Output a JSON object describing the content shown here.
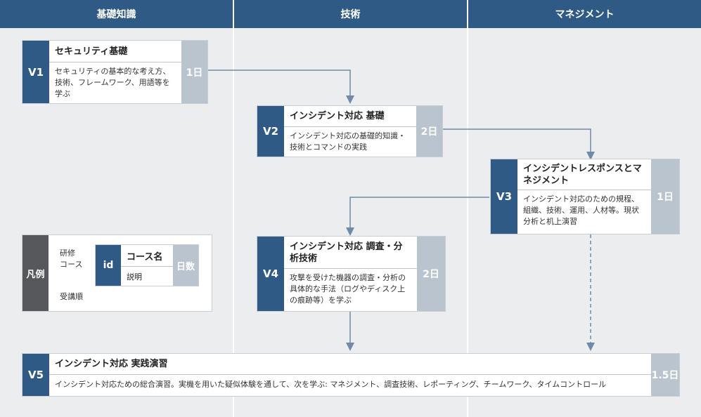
{
  "columns": [
    "基礎知識",
    "技術",
    "マネジメント"
  ],
  "courses": {
    "v1": {
      "id": "V1",
      "title": "セキュリティ基礎",
      "desc": "セキュリティの基本的な考え方、技術、フレームワーク、用語等を学ぶ",
      "days": "1日"
    },
    "v2": {
      "id": "V2",
      "title": "インシデント対応 基礎",
      "desc": "インシデント対応の基礎的知識・技術とコマンドの実践",
      "days": "2日"
    },
    "v3": {
      "id": "V3",
      "title": "インシデントレスポンスとマネジメント",
      "desc": "インシデント対応のための規程、組織、技術、運用、人材等。現状分析と机上演習",
      "days": "1日"
    },
    "v4": {
      "id": "V4",
      "title": "インシデント対応 調査・分析技術",
      "desc": "攻撃を受けた機器の調査・分析の具体的な手法（ログやディスク上の痕跡等）を学ぶ",
      "days": "2日"
    },
    "v5": {
      "id": "V5",
      "title": "インシデント対応 実践演習",
      "desc": "インシデント対応ための総合演習。実機を用いた疑似体験を通して、次を学ぶ: マネジメント、調査技術、レポーティング、チームワーク、タイムコントロール",
      "days": "1.5日"
    }
  },
  "legend": {
    "tag": "凡例",
    "course_label": "研修\nコース",
    "id": "id",
    "name": "コース名",
    "desc": "説明",
    "days": "日数",
    "order_label": "受講順"
  },
  "colors": {
    "header": "#2f5a85",
    "id_block": "#2f5a85",
    "days_block": "#b9c4cf",
    "column_bg": "#ecedef",
    "arrow": "#6f8aa6",
    "legend_tag": "#55575a"
  }
}
